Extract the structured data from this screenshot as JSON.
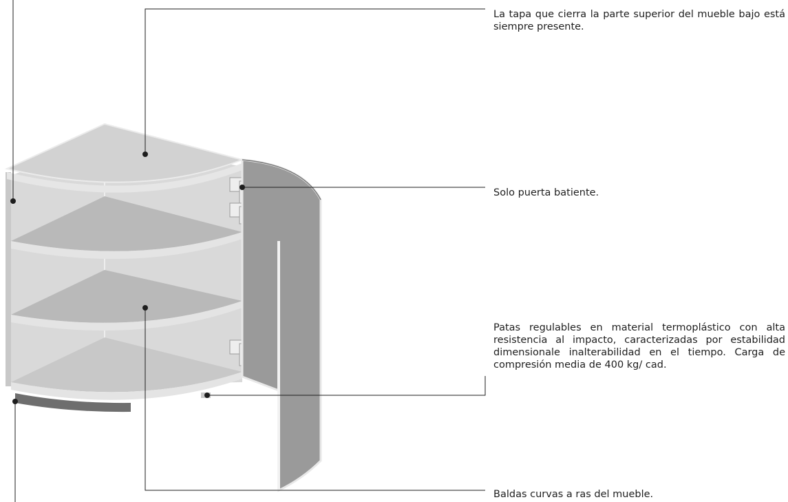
{
  "annotations": {
    "top_panel": "La tapa que cierra la parte superior del mueble bajo está siempre presente.",
    "door": "Solo puerta batiente.",
    "legs": "Patas regulables en material termoplástico con alta resistencia al impacto, caracterizadas por estabilidad dimensionale inalterabilidad en el tiempo. Carga de compresión media de 400 kg/ cad.",
    "shelves": "Baldas curvas a ras del mueble."
  },
  "colors": {
    "line": "#1e1e1e",
    "panel": "#d9d9d9",
    "panel_edge": "#c4c4c4",
    "shelf": "#b9b9b9",
    "door": "#9a9a9a",
    "plinth": "#6e6e6e"
  }
}
